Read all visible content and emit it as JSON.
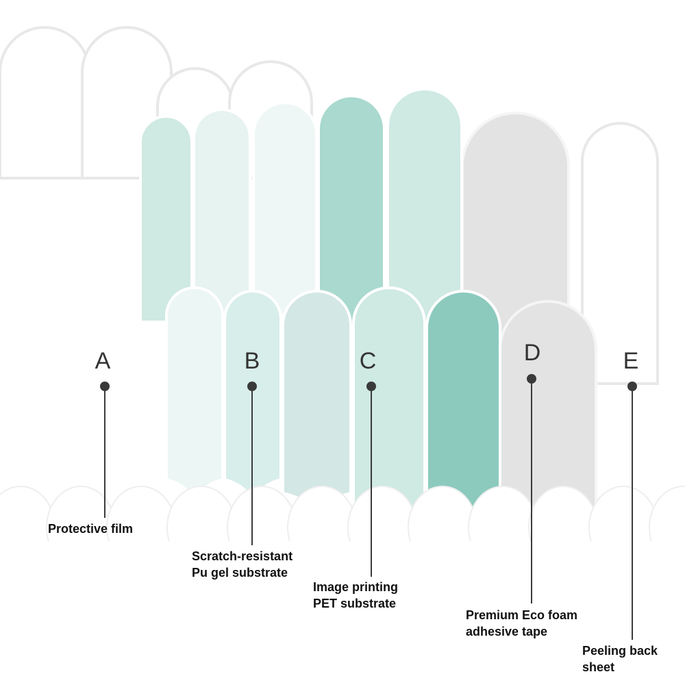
{
  "colors": {
    "teal_dark": "#8ccabe",
    "teal_mid": "#a9d9cf",
    "teal_light": "#cfe9e3",
    "pale": "#e6f3f1",
    "gray": "#e3e3e3",
    "ink": "#3a3a3a"
  },
  "layers": [
    {
      "letter": "A",
      "label_lines": [
        "Protective film"
      ]
    },
    {
      "letter": "B",
      "label_lines": [
        "Scratch-resistant",
        "Pu gel substrate"
      ]
    },
    {
      "letter": "C",
      "label_lines": [
        "Image printing",
        "PET substrate"
      ]
    },
    {
      "letter": "D",
      "label_lines": [
        "Premium Eco foam",
        "adhesive tape"
      ]
    },
    {
      "letter": "E",
      "label_lines": [
        "Peeling back",
        "sheet"
      ]
    }
  ]
}
